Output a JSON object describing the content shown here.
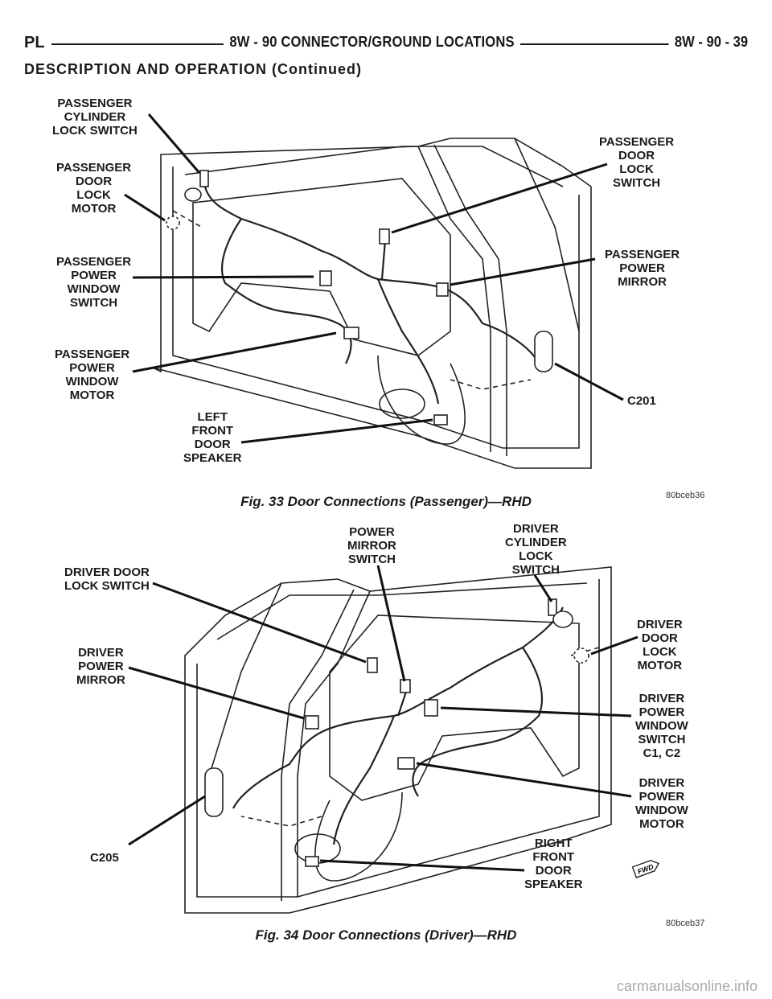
{
  "header": {
    "left": "PL",
    "center": "8W - 90 CONNECTOR/GROUND LOCATIONS",
    "right": "8W - 90 - 39"
  },
  "section_title": "DESCRIPTION AND OPERATION (Continued)",
  "figure1": {
    "caption": "Fig. 33 Door Connections (Passenger)—RHD",
    "code": "80bceb36",
    "labels": {
      "cyl_lock": "PASSENGER\nCYLINDER\nLOCK SWITCH",
      "door_lock_motor": "PASSENGER\nDOOR\nLOCK\nMOTOR",
      "window_switch": "PASSENGER\nPOWER\nWINDOW\nSWITCH",
      "window_motor": "PASSENGER\nPOWER\nWINDOW\nMOTOR",
      "speaker": "LEFT\nFRONT\nDOOR\nSPEAKER",
      "door_lock_switch": "PASSENGER\nDOOR\nLOCK\nSWITCH",
      "mirror": "PASSENGER\nPOWER\nMIRROR",
      "c201": "C201"
    }
  },
  "figure2": {
    "caption": "Fig. 34 Door Connections (Driver)—RHD",
    "code": "80bceb37",
    "labels": {
      "door_lock_switch": "DRIVER DOOR\nLOCK SWITCH",
      "mirror_switch": "POWER\nMIRROR\nSWITCH",
      "cyl_lock": "DRIVER\nCYLINDER\nLOCK\nSWITCH",
      "mirror": "DRIVER\nPOWER\nMIRROR",
      "door_lock_motor": "DRIVER\nDOOR\nLOCK\nMOTOR",
      "window_switch": "DRIVER\nPOWER\nWINDOW\nSWITCH\nC1, C2",
      "window_motor": "DRIVER\nPOWER\nWINDOW\nMOTOR",
      "speaker": "RIGHT\nFRONT\nDOOR\nSPEAKER",
      "c205": "C205",
      "fwd": "FWD"
    }
  },
  "watermark": "carmanualsonline.info"
}
